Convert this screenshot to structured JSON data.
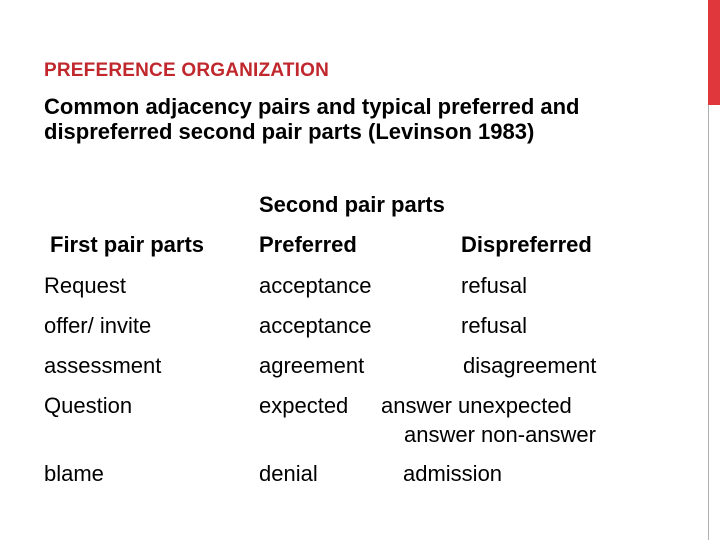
{
  "slide": {
    "kicker": "PREFERENCE ORGANIZATION",
    "subtitle": "Common adjacency pairs and typical preferred and dispreferred second pair parts (Levinson 1983)",
    "accent_color": "#e0373c"
  },
  "table": {
    "group_header": "Second pair parts",
    "headers": {
      "first": "First pair parts",
      "preferred": "Preferred",
      "dispreferred": "Dispreferred"
    },
    "rows": [
      {
        "first": "Request",
        "preferred": "acceptance",
        "dispreferred": "refusal"
      },
      {
        "first": "offer/ invite",
        "preferred": "acceptance",
        "dispreferred": "refusal"
      },
      {
        "first": "assessment",
        "preferred": "agreement",
        "dispreferred": "disagreement"
      },
      {
        "first": "Question",
        "preferred": "expected",
        "dispreferred": "answer unexpected",
        "dispreferred_line2": "answer non-answer"
      },
      {
        "first": "blame",
        "preferred": "denial",
        "dispreferred": "admission"
      }
    ]
  }
}
